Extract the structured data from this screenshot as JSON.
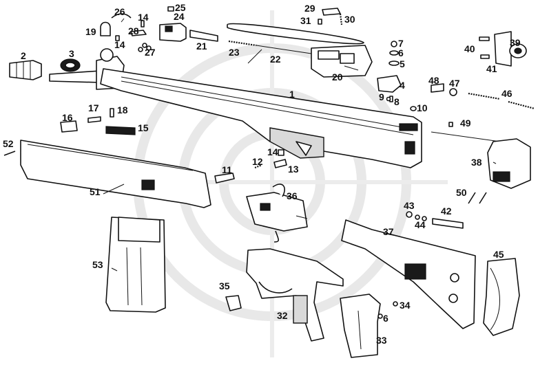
{
  "diagram": {
    "type": "exploded-parts-diagram",
    "watermark": "concentric-target-rings",
    "part_numbers": [
      "1",
      "2",
      "3",
      "4",
      "5",
      "6",
      "7",
      "8",
      "9",
      "10",
      "11",
      "12",
      "13",
      "14",
      "14",
      "14",
      "15",
      "16",
      "17",
      "18",
      "19",
      "20",
      "21",
      "22",
      "23",
      "24",
      "25",
      "26",
      "27",
      "28",
      "29",
      "30",
      "31",
      "32",
      "33",
      "34",
      "35",
      "36",
      "37",
      "38",
      "39",
      "40",
      "41",
      "42",
      "43",
      "44",
      "45",
      "46",
      "47",
      "48",
      "49",
      "50",
      "51",
      "52",
      "53",
      "6"
    ],
    "colors": {
      "ink": "#111111",
      "paper": "#ffffff",
      "watermark": "#e8e8e8"
    }
  }
}
